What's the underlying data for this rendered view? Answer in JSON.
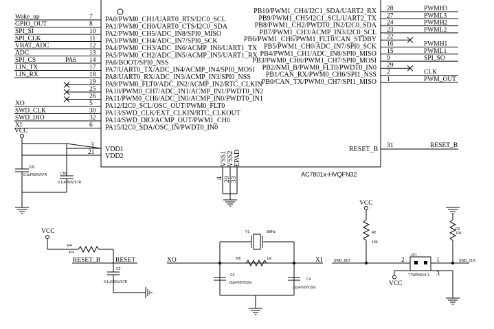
{
  "chip": {
    "part": "AC7801x-HVQFN32",
    "left_pins": [
      {
        "net": "Wake_up",
        "num": "7",
        "func": "PA0/PWM0_CH1/UART0_RTS/I2C0_SCL"
      },
      {
        "net": "GPIO_OUT",
        "num": "8",
        "func": "PA1/PWM0_CH0/UART0_CTS/I2C0_SDA"
      },
      {
        "net": "SPI_SI",
        "num": "10",
        "func": "PA2/PWM0_CH5/ADC_IN8/SPI0_MISO"
      },
      {
        "net": "SPI_CLK",
        "num": "11",
        "func": "PA3/PWM0_CH4/ADC_IN7/SPI0_SCK"
      },
      {
        "net": "VBAT_ADC",
        "num": "12",
        "func": "PA4/PWM0_CH3/ADC_IN6/ACMP_IN6/UART1_TX"
      },
      {
        "net": "ADC",
        "num": "13",
        "func": "PA5/PWM0_CH2/ADC_IN5/ACMP_IN5/UART1_RX"
      },
      {
        "net": "SPI_CS",
        "num": "14",
        "func": "PA6/BOOT/SPI0_NSS",
        "net2": "PA6"
      },
      {
        "net": "LIN_TX",
        "num": "17",
        "func": "PA7/UART0_TX/ADC_IN4/ACMP_IN4/SPI0_MOSI"
      },
      {
        "net": "LIN_RX",
        "num": "18",
        "func": "PA8/UART0_RX/ADC_IN3/ACMP_IN3/SPI0_NSS"
      },
      {
        "net": "",
        "num": "19",
        "func": "PA9/PWM0_FLT0/ADC_IN2/ACMP_IN2/RTC_CLKIN"
      },
      {
        "net": "",
        "num": "25",
        "func": "PA10/PWM0_CH7/ADC_IN1/ACMP_IN1/PWDT0_IN2"
      },
      {
        "net": "",
        "num": "26",
        "func": "PA11/PWM0_CH6/ADC_IN0/ACMP_IN0/PWDT0_IN1"
      },
      {
        "net": "XO",
        "num": "5",
        "func": "PA12/I2C0_SCL/OSC_OUT/PWM0_FLT0"
      },
      {
        "net": "SWD_CLK",
        "num": "30",
        "func": "PA13/SWD_CLK/EXT_CLKIN/RTC_CLKOUT"
      },
      {
        "net": "SWD_DIO",
        "num": "32",
        "func": "PA14/SWD_DIO/ACMP_OUT/PWM1_CH0"
      },
      {
        "net": "XI",
        "num": "6",
        "func": "PA15/I2C0_SDA/OSC_IN/PWDT0_IN0"
      }
    ],
    "right_pins": [
      {
        "net": "PWMH3",
        "num": "28",
        "func": "PB10/PWM1_CH4/I2C1_SDA/UART2_RX"
      },
      {
        "net": "PWML3",
        "num": "27",
        "func": "PB9/PWM1_CH5/I2C1_SCL/UART2_TX"
      },
      {
        "net": "PWMH2",
        "num": "24",
        "func": "PB8/PWM1_CH2/PWDT0_IN2/I2C0_SDA"
      },
      {
        "net": "PWML2",
        "num": "23",
        "func": "PB7/PWM1_CH3/ACMP_IN3/I2C0_SCL"
      },
      {
        "net": "",
        "num": "22",
        "func": "PB6/PWM1_CH6/PWM1_FLT0/CAN_STDBY"
      },
      {
        "net": "PWMH1",
        "num": "16",
        "func": "PB5/PWM1_CH0/ADC_IN7/SPI0_SCK"
      },
      {
        "net": "PWML1",
        "num": "15",
        "func": "PB4/PWM1_CH1/ADC_IN8/SPI0_MISO"
      },
      {
        "net": "SPI_SO",
        "num": "9",
        "func": "PB3/PWM0_CH6/PWM1_CH7/SPI0_MOSI"
      },
      {
        "net": "",
        "num": "29",
        "func": "PB2/NMI_B/PWM0_FLT0/PWDT0_IN0"
      },
      {
        "net": "CLK",
        "num": "2",
        "func": "PB1/CAN_RX/PWM0_CH6/SPI1_NSS"
      },
      {
        "net": "PWM_OUT",
        "num": "1",
        "func": "PB0/CAN_TX/PWM0_CH7/SPI1_MISO"
      }
    ],
    "power": {
      "vcc": "VCC",
      "vdd1_num": "3",
      "vdd1_label": "VDD1",
      "vdd2_num": "21",
      "vdd2_label": "VDD2",
      "reset_num": "31",
      "reset_label": "RESET_B",
      "reset_net": "RESET_B",
      "vss1": "VSS1",
      "vss2": "VSS2",
      "epad": "EPAD",
      "vss1_num": "4",
      "vss2_num": "20",
      "epad_num": "33"
    },
    "caps": {
      "c1": "C81",
      "c1_val": "0.1uF/50V/X7R",
      "c2": "C82",
      "c2_val": "0.1uF/50V/X7R"
    }
  },
  "reset_circuit": {
    "vcc": "VCC",
    "r": "R4",
    "r_val": "47k",
    "net_left": "RESET_B",
    "net_right": "RESET",
    "c": "C2",
    "c_val": "0.1uF/50V/X7R"
  },
  "crystal_circuit": {
    "xo": "XO",
    "xi": "XI",
    "y": "Y1",
    "y_val": "8MHz",
    "r": "R5",
    "r_val": "1M",
    "c_left": "C3",
    "c_left_val": "22pF/50V/C0G",
    "c_right": "C4",
    "c_right_val": "22pF/50V/C0G"
  },
  "swd_connector": {
    "vcc_top": "VCC",
    "vcc_bottom": "VCC",
    "r_left": "R2",
    "r_left_val": "10K",
    "r_right": "R3",
    "r_right_val": "10K",
    "net_left": "SWD_DIO",
    "net_right": "SWD_CLK",
    "ref": "JP1",
    "part": "TTWPH210-1",
    "pin1": "1",
    "pin2": "2",
    "pin3": "3"
  }
}
